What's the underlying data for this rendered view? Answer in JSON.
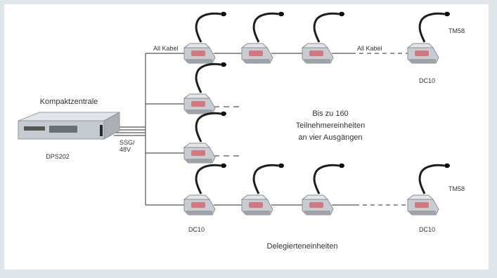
{
  "labels": {
    "central_title": "Kompaktzentrale",
    "central_model": "DPS202",
    "voltage_line1": "SSG/",
    "voltage_line2": "48V",
    "cable_top_left": "All Kabel",
    "cable_top_mid": "All Kabel",
    "model_top_right_mic": "TM58",
    "model_top_right_unit": "DC10",
    "model_bottom_right_mic": "TM58",
    "model_bottom_left_unit": "DC10",
    "model_bottom_right_unit": "DC10",
    "capacity_line1": "Bis zu 160",
    "capacity_line2": "Teilnehmereinheiten",
    "capacity_line3": "an vier Ausgängen",
    "footer": "Delegierteneinheiten"
  },
  "colors": {
    "background": "#dfe6ea",
    "panel": "#ffffff",
    "line": "#555555",
    "device_body": "#c9cdd2",
    "device_dark": "#2a2a2a"
  }
}
